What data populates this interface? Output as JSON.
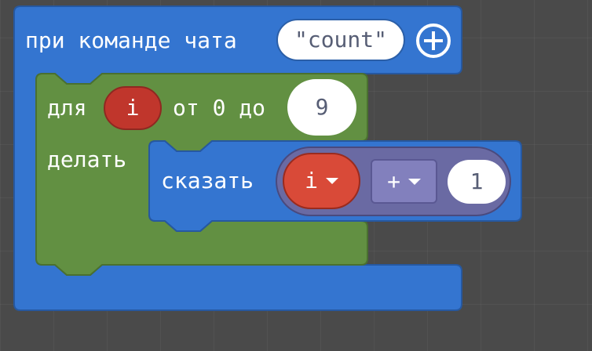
{
  "event_block": {
    "label": "при команде чата",
    "command_value": "count",
    "open_quote": "\"",
    "close_quote": "\"",
    "add_icon": "plus-circle-icon"
  },
  "for_block": {
    "for_label": "для",
    "var_name": "i",
    "from_label": "от 0 до",
    "to_value": "9",
    "do_label": "делать"
  },
  "say_block": {
    "label": "сказать",
    "var_name": "i",
    "operator": "+",
    "operand": "1",
    "dropdown_icon": "caret-down-icon"
  },
  "colors": {
    "background": "#4a4a4a",
    "event_block": "#3475d0",
    "loop_block": "#629042",
    "variable": "#c0362c",
    "math_block": "#6a6aa3"
  }
}
